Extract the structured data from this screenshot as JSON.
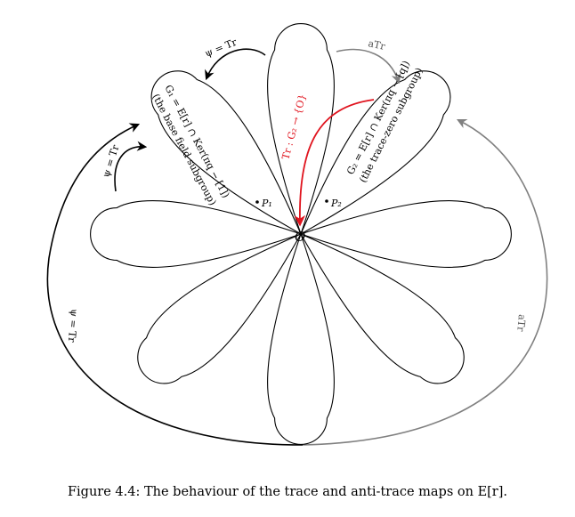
{
  "labels": {
    "origin": "O",
    "p1": "P₁",
    "p2": "P₂",
    "g1_line1": "G₁ = E[r] ∩ Ker(πq − [1])",
    "g1_line2": "(the base field subgroup)",
    "g2_line1": "G₂ = E[r] ∩ Ker(πq − [q])",
    "g2_line2": "(the trace-zero subgroup)",
    "red_map": "Tr : G₂ → {O}",
    "psi_top": "ψ = Tr",
    "psi_left": "ψ = Tr",
    "psi_outer": "ψ = Tr",
    "atr_top": "aTr",
    "atr_right": "aTr"
  },
  "caption": "Figure 4.4: The behaviour of the trace and anti-trace maps on E[r].",
  "colors": {
    "stroke": "#000000",
    "trace_arrow": "#000000",
    "anti_trace_arrow": "#808080",
    "red_arrow": "#e0141e"
  }
}
